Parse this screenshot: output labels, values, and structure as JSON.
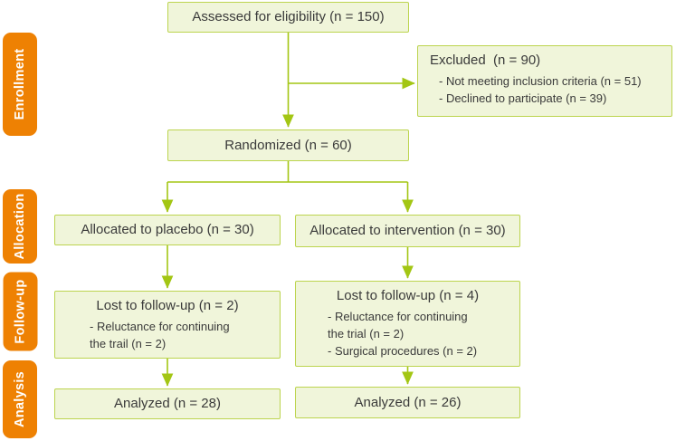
{
  "stages": [
    {
      "label": "Enrollment"
    },
    {
      "label": "Allocation"
    },
    {
      "label": "Follow-up"
    },
    {
      "label": "Analysis"
    }
  ],
  "boxes": {
    "assessed": {
      "title": "Assessed for eligibility (n = 150)"
    },
    "excluded": {
      "title": "Excluded  (n = 90)",
      "items": [
        "- Not meeting inclusion criteria (n = 51)",
        "- Declined to participate (n = 39)"
      ]
    },
    "randomized": {
      "title": "Randomized (n = 60)"
    },
    "allocated_placebo": {
      "title": "Allocated to placebo (n = 30)"
    },
    "allocated_intervention": {
      "title": "Allocated to intervention (n = 30)"
    },
    "lost_placebo": {
      "title": "Lost to follow-up (n = 2)",
      "items": [
        "- Reluctance for continuing\nthe trail (n = 2)"
      ]
    },
    "lost_intervention": {
      "title": "Lost to follow-up (n = 4)",
      "items": [
        "- Reluctance for continuing\nthe trial (n = 2)",
        "- Surgical procedures (n = 2)"
      ]
    },
    "analyzed_placebo": {
      "title": "Analyzed (n = 28)"
    },
    "analyzed_intervention": {
      "title": "Analyzed (n = 26)"
    }
  },
  "colors": {
    "stage_background": "#ee8103",
    "stage_text": "#ffffff",
    "box_fill": "#f0f5da",
    "box_border": "#bcd44e",
    "arrow": "#a3c614",
    "text": "#3a3a3a"
  }
}
